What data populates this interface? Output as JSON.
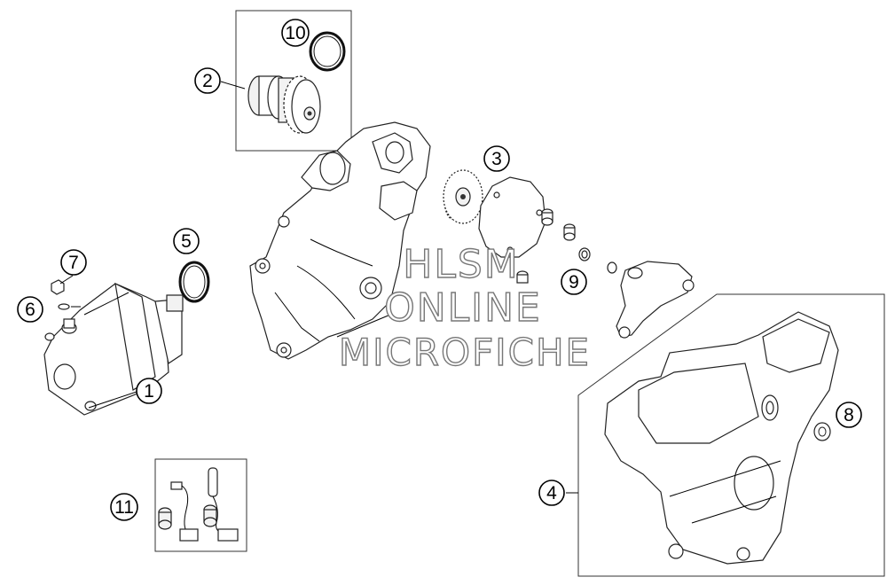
{
  "watermark": {
    "line1": "HLSM",
    "line2": "ONLINE",
    "line3": "MICROFICHE"
  },
  "callouts": [
    {
      "id": "callout-1",
      "label": "1"
    },
    {
      "id": "callout-2",
      "label": "2"
    },
    {
      "id": "callout-3",
      "label": "3"
    },
    {
      "id": "callout-4",
      "label": "4"
    },
    {
      "id": "callout-5",
      "label": "5"
    },
    {
      "id": "callout-6",
      "label": "6"
    },
    {
      "id": "callout-7",
      "label": "7"
    },
    {
      "id": "callout-8",
      "label": "8"
    },
    {
      "id": "callout-9",
      "label": "9"
    },
    {
      "id": "callout-10",
      "label": "10"
    },
    {
      "id": "callout-11",
      "label": "11"
    }
  ]
}
